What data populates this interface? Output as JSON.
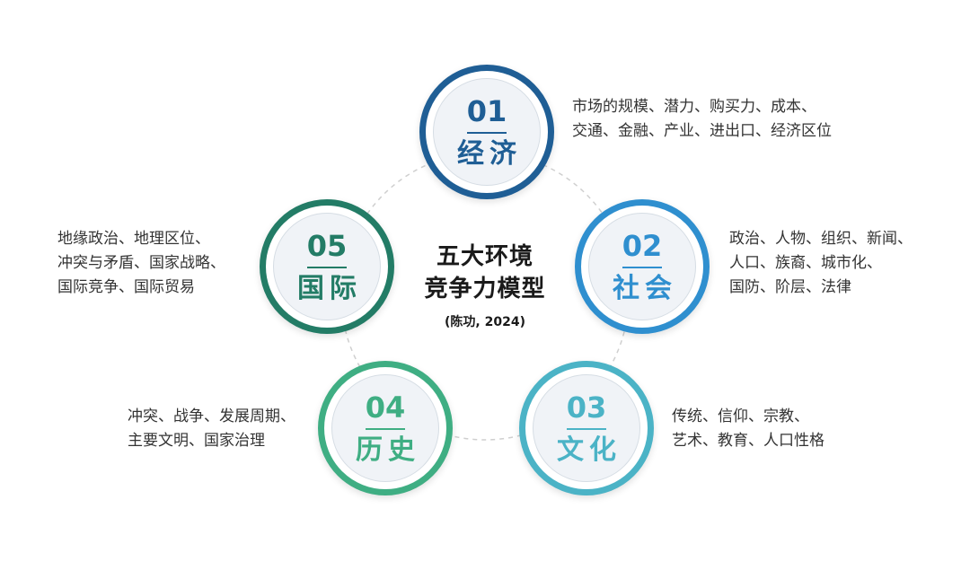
{
  "title_lines": [
    "五大环境",
    "竞争力模型"
  ],
  "subtitle": "(陈功, 2024)",
  "nodes": [
    {
      "num": "01",
      "name": "经济",
      "color": "#1f5e95",
      "lines": [
        "市场的规模、潜力、购买力、成本、",
        "交通、金融、产业、进出口、经济区位"
      ]
    },
    {
      "num": "02",
      "name": "社会",
      "color": "#2f8fcf",
      "lines": [
        "政治、人物、组织、新闻、",
        "人口、族裔、城市化、",
        "国防、阶层、法律"
      ]
    },
    {
      "num": "03",
      "name": "文化",
      "color": "#4bb3c6",
      "lines": [
        "传统、信仰、宗教、",
        "艺术、教育、人口性格"
      ]
    },
    {
      "num": "04",
      "name": "历史",
      "color": "#3fae83",
      "lines": [
        "冲突、战争、发展周期、",
        "主要文明、国家治理"
      ]
    },
    {
      "num": "05",
      "name": "国际",
      "color": "#237c66",
      "lines": [
        "地缘政治、地理区位、",
        "冲突与矛盾、国家战略、",
        "国际竞争、国际贸易"
      ]
    }
  ]
}
